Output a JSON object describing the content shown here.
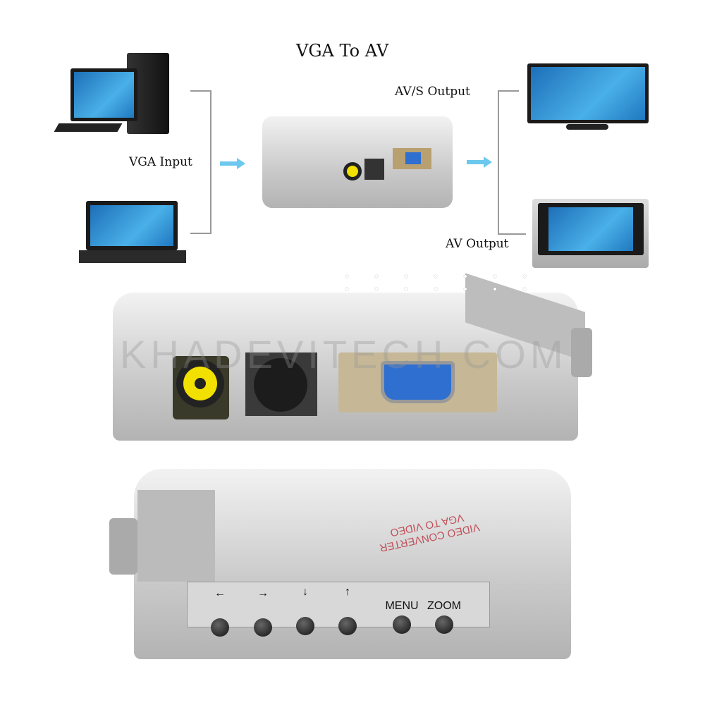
{
  "diagram": {
    "title": "VGA To AV",
    "input_label": "VGA Input",
    "output_labels": [
      "AV/S Output",
      "AV Output"
    ]
  },
  "device_top_label": [
    "VIDEO CONVERTER",
    "VGA TO VIDEO"
  ],
  "buttons": [
    "←",
    "→",
    "↓",
    "↑",
    "MENU",
    "ZOOM"
  ],
  "button_labels_shown": [
    "",
    "",
    "",
    "",
    "MENU",
    "ZOOM"
  ],
  "watermark": "KHADEVITECH.COM",
  "colors": {
    "silver": "#c9c9c9",
    "rca_yellow": "#f2e000",
    "vga_blue": "#2e6fd0",
    "label_red": "#c0505a"
  }
}
